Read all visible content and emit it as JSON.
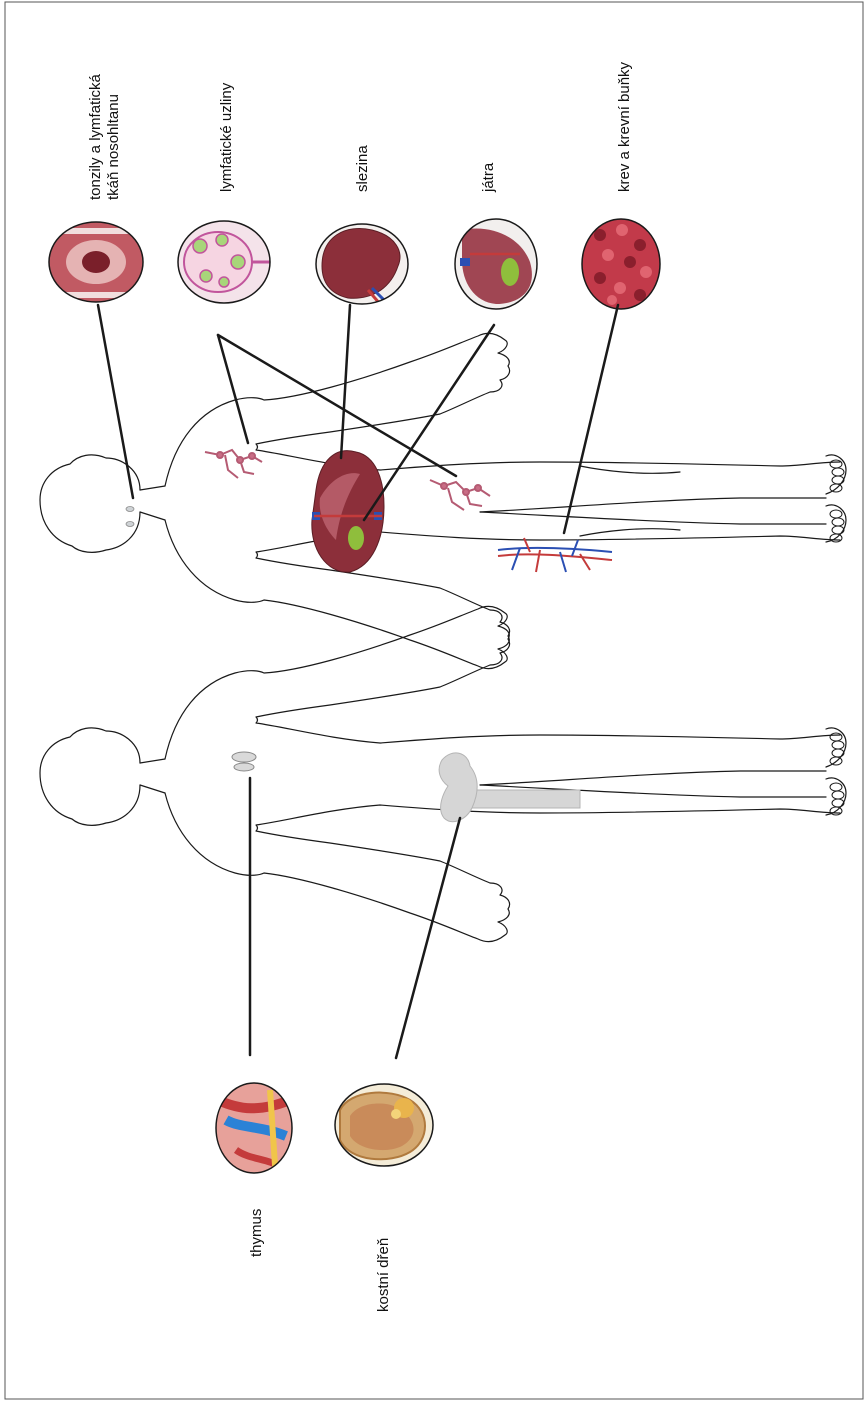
{
  "labels": {
    "tonsils_line1": "tonzily a lymfatická",
    "tonsils_line2": "tkáň nosohltanu",
    "lymph_nodes": "lymfatické uzliny",
    "spleen": "slezina",
    "liver": "játra",
    "blood": "krev a krevní buňky",
    "thymus": "thymus",
    "bone_marrow": "kostní dřeň"
  },
  "colors": {
    "outline": "#1a1a1a",
    "tissue_red": "#b53a4a",
    "tissue_pink": "#d98aa0",
    "organ_red": "#8c2f3a",
    "vein_blue": "#2b4fb3",
    "gallbladder_green": "#8fbe3c",
    "bone": "#d6d6d6",
    "marrow_yellow": "#e9b44c"
  }
}
